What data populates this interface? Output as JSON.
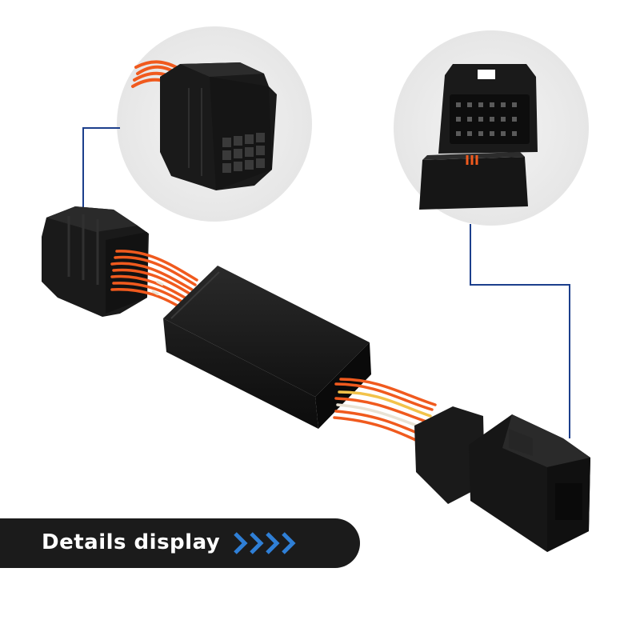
{
  "banner": {
    "label": "Details display",
    "arrow_icon": "chevron-right-icon",
    "arrow_count": 4
  },
  "colors": {
    "background": "#ffffff",
    "banner_bg": "#1b1b1b",
    "banner_text": "#ffffff",
    "accent_blue": "#2f7fd6",
    "leader_line": "#1c3f8c",
    "connector_body": "#1a1a1a",
    "wire_orange": "#f05a1e",
    "wire_yellow": "#f2c24a",
    "inset_circle": "#eeeeee"
  },
  "product": {
    "name": "wiring-harness-adapter",
    "parts": [
      "female-connector",
      "control-module-box",
      "male-connector"
    ]
  }
}
